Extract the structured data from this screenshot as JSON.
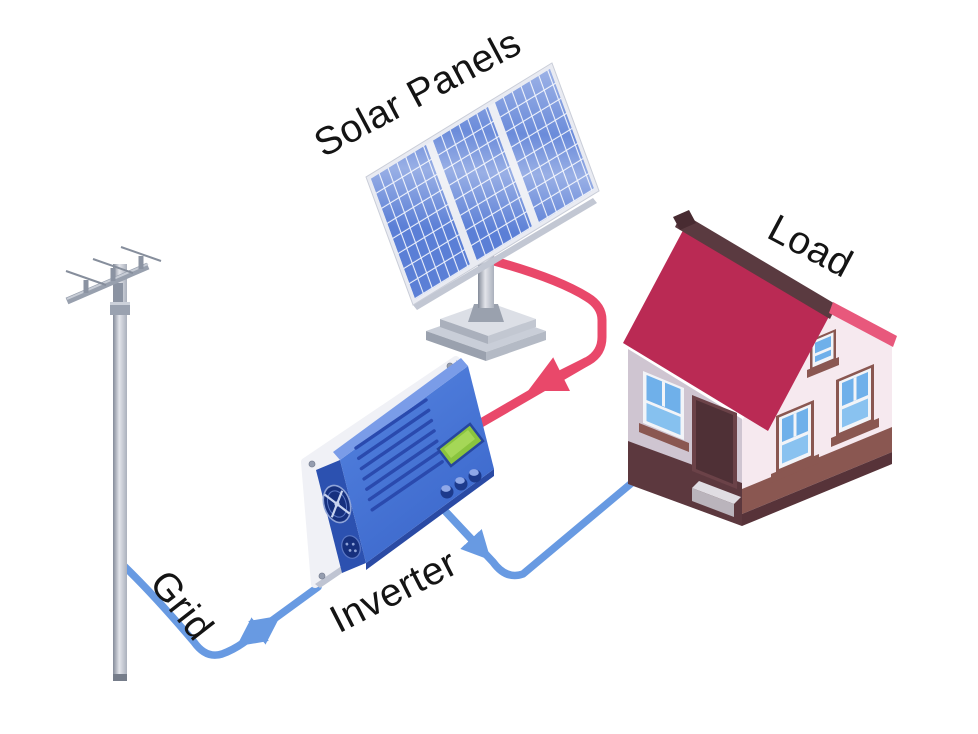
{
  "figure": {
    "type": "isometric-diagram",
    "subject": "Grid-tied solar power system"
  },
  "labels": {
    "solar_panels": "Solar Panels",
    "load": "Load",
    "inverter": "Inverter",
    "grid": "Grid"
  },
  "components": [
    {
      "id": "solar-panels",
      "label": "Solar Panels",
      "depiction": "three tilted blue PV modules on a pedestal mount"
    },
    {
      "id": "inverter",
      "label": "Inverter",
      "depiction": "blue wall-mount inverter box with green LCD, three buttons, vents and fan"
    },
    {
      "id": "load",
      "label": "Load",
      "depiction": "house with crimson roof, blue windows and brown door"
    },
    {
      "id": "grid",
      "label": "Grid",
      "depiction": "utility pole with crossarm and insulators"
    }
  ],
  "flows": [
    {
      "from": "solar-panels",
      "to": "inverter",
      "direction": "one-way",
      "color": "#e9486a"
    },
    {
      "from": "inverter",
      "to": "load",
      "direction": "one-way",
      "color": "#689ae2"
    },
    {
      "from": "inverter",
      "to": "grid",
      "direction": "two-way",
      "color": "#689ae2"
    }
  ],
  "colors": {
    "background": "#ffffff",
    "pv_cable": "#e9486a",
    "ac_cable": "#689ae2",
    "roof": "#ba2a54",
    "roof_ridge": "#5a3a40",
    "roof_trim": "#e8587c",
    "gable_wall": "#f6e9ef",
    "side_wall": "#cfc5d1",
    "inverter_body": "#4678d8",
    "inverter_side": "#2c51b0",
    "lcd": "#8ac43e",
    "panel_cell": "#5b7fd6",
    "pole_gray": "#9aa2b0"
  }
}
